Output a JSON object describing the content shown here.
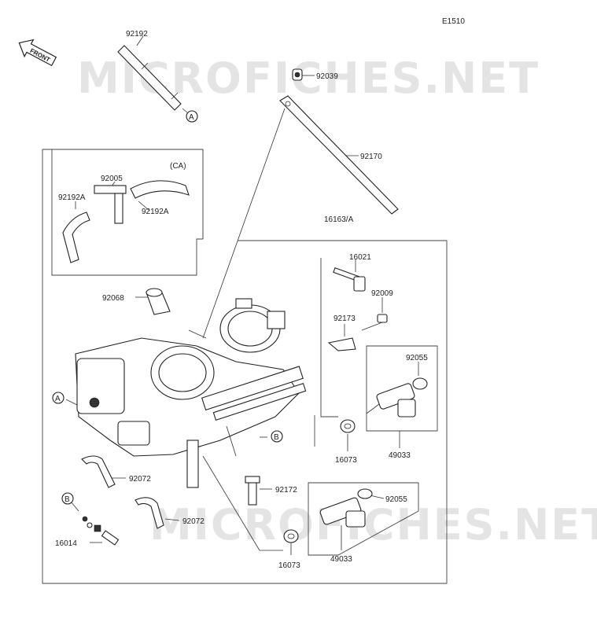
{
  "diagram_code": "E1510",
  "front_label": "FRONT",
  "watermark": "MICROFICHES.NET",
  "group_ca_label": "(CA)",
  "assembly_label": "16163/A",
  "ref_letters": {
    "a": "A",
    "b": "B"
  },
  "parts": {
    "p92192": "92192",
    "p92039": "92039",
    "p92170": "92170",
    "p92005": "92005",
    "p92192a_left": "92192A",
    "p92192a_right": "92192A",
    "p16021": "16021",
    "p92009": "92009",
    "p92068": "92068",
    "p92173": "92173",
    "p92055_top": "92055",
    "p16073_top": "16073",
    "p49033_top": "49033",
    "p92072_top": "92072",
    "p92172": "92172",
    "p92055_bottom": "92055",
    "p92072_bottom": "92072",
    "p16014": "16014",
    "p16073_bottom": "16073",
    "p49033_bottom": "49033"
  }
}
